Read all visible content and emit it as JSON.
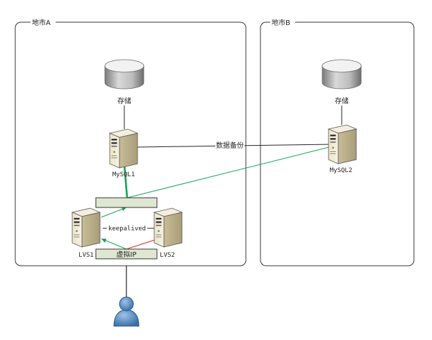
{
  "regions": {
    "a": {
      "label": "地市A"
    },
    "b": {
      "label": "地市B"
    }
  },
  "nodes": {
    "storage_a": {
      "label": "存储",
      "icon": "database-icon"
    },
    "storage_b": {
      "label": "存储",
      "icon": "database-icon"
    },
    "mysql1": {
      "label": "MySQL1",
      "icon": "server-icon"
    },
    "mysql2": {
      "label": "MySQL2",
      "icon": "server-icon"
    },
    "lvs1": {
      "label": "LVS1",
      "icon": "server-icon"
    },
    "lvs2": {
      "label": "LVS2",
      "icon": "server-icon"
    },
    "client": {
      "icon": "user-icon"
    }
  },
  "bars": {
    "upper": {
      "label": ""
    },
    "vip": {
      "label": "虚拟IP"
    }
  },
  "links": {
    "replication": {
      "label": "数据备份"
    },
    "heartbeat": {
      "label": "keepalived"
    }
  },
  "colors": {
    "active_link": "#1aa055",
    "standby_link": "#d42a2a",
    "bar_fill": "#dfe7d2",
    "server_body": "#f1ead7",
    "db_top": "#e8e8e8",
    "user": "#4a7eb4"
  }
}
